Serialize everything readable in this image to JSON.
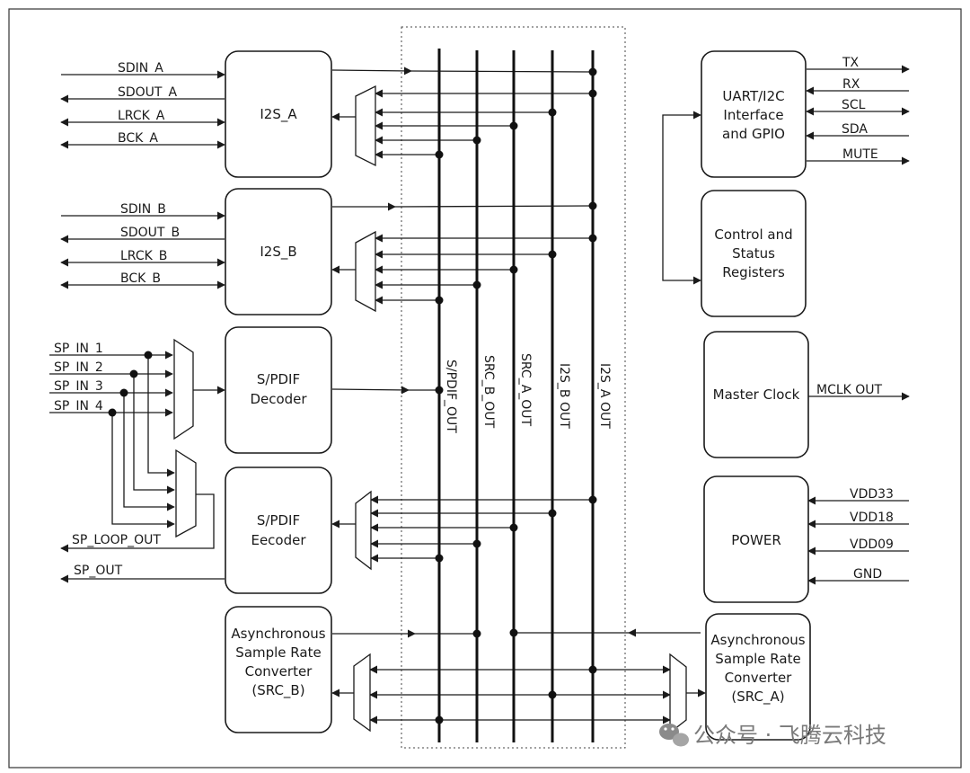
{
  "blocks": {
    "i2s_a": "I2S_A",
    "i2s_b": "I2S_B",
    "spdif_dec": [
      "S/PDIF",
      "Decoder"
    ],
    "spdif_enc": [
      "S/PDIF",
      "Eecoder"
    ],
    "src_b": [
      "Asynchronous",
      "Sample Rate",
      "Converter",
      "(SRC_B)"
    ],
    "src_a": [
      "Asynchronous",
      "Sample Rate",
      "Converter",
      "(SRC_A)"
    ],
    "uart": [
      "UART/I2C",
      "Interface",
      "and GPIO"
    ],
    "ctrl": [
      "Control and",
      "Status",
      "Registers"
    ],
    "mclk": "Master Clock",
    "power": "POWER"
  },
  "signals": {
    "sdin_a": "SDIN_A",
    "sdout_a": "SDOUT_A",
    "lrck_a": "LRCK_A",
    "bck_a": "BCK_A",
    "sdin_b": "SDIN_B",
    "sdout_b": "SDOUT_B",
    "lrck_b": "LRCK_B",
    "bck_b": "BCK_B",
    "sp_in": [
      "SP_IN_1",
      "SP_IN_2",
      "SP_IN_3",
      "SP_IN_4"
    ],
    "sp_loop_out": "SP_LOOP_OUT",
    "sp_out": "SP_OUT",
    "tx": "TX",
    "rx": "RX",
    "scl": "SCL",
    "sda": "SDA",
    "mute": "MUTE",
    "mclk_out": "MCLK OUT",
    "vdd33": "VDD33",
    "vdd18": "VDD18",
    "vdd09": "VDD09",
    "gnd": "GND"
  },
  "buses": [
    "S/PDIF_OUT",
    "SRC_B_OUT",
    "SRC_A_OUT",
    "I2S_B OUT",
    "I2S_A OUT"
  ],
  "watermark": "公众号 · 飞腾云科技"
}
